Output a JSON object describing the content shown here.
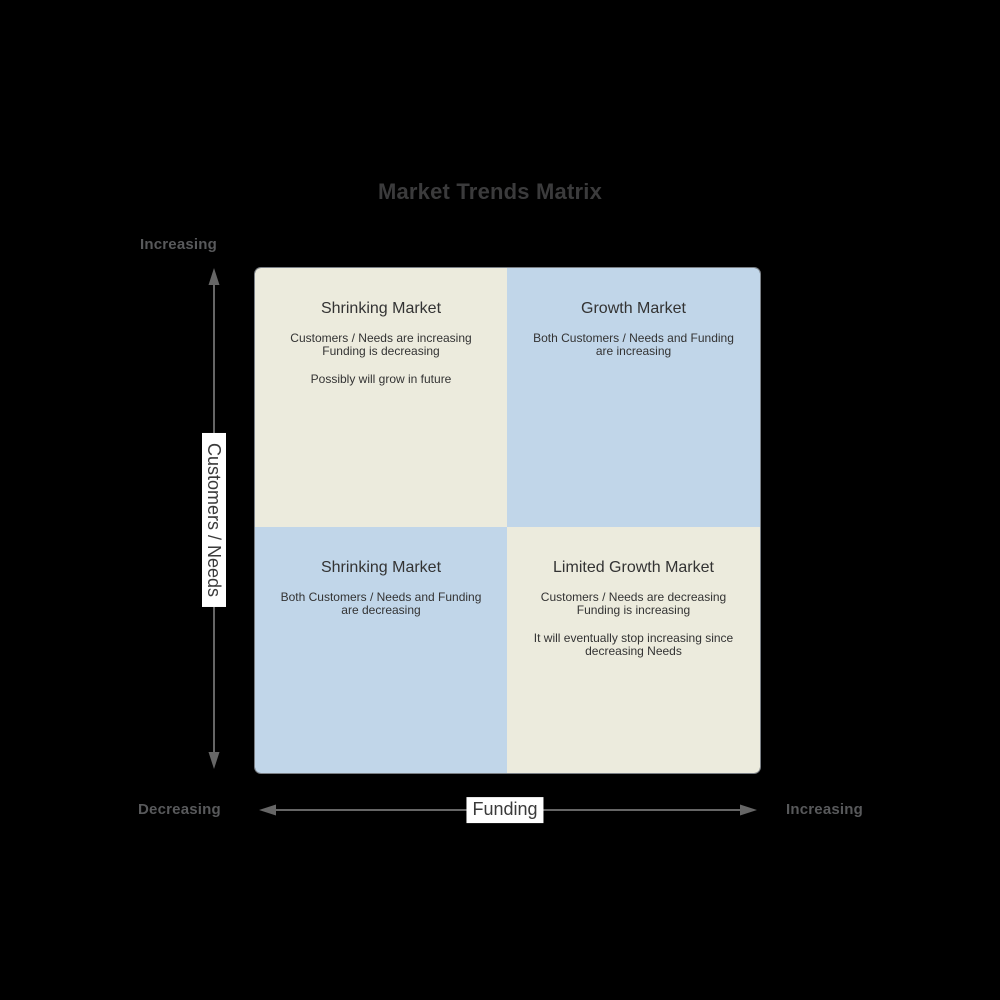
{
  "title": "Market Trends Matrix",
  "colors": {
    "background": "#000000",
    "title_color": "#3b3b3c",
    "axis_gray": "#58595b",
    "arrow": "#666666",
    "text_dark": "#333333",
    "quadrant_cream": "#ECEBDD",
    "quadrant_blue": "#C1D6E9",
    "label_box_bg": "#ffffff"
  },
  "axes": {
    "y": {
      "label": "Customers / Needs",
      "top_end_label": "Increasing"
    },
    "x": {
      "label": "Funding",
      "left_end_label": "Decreasing",
      "right_end_label": "Increasing"
    }
  },
  "quadrants": {
    "top_left": {
      "title": "Shrinking Market",
      "paragraphs": [
        "Customers / Needs are increasing\nFunding is decreasing",
        "Possibly will grow in future"
      ]
    },
    "top_right": {
      "title": "Growth Market",
      "paragraphs": [
        "Both Customers / Needs and Funding\nare increasing"
      ]
    },
    "bottom_left": {
      "title": "Shrinking Market",
      "paragraphs": [
        "Both Customers / Needs and Funding\nare decreasing"
      ]
    },
    "bottom_right": {
      "title": "Limited Growth Market",
      "paragraphs": [
        "Customers / Needs are decreasing\nFunding is increasing",
        "It will eventually stop increasing since\ndecreasing Needs"
      ]
    }
  }
}
